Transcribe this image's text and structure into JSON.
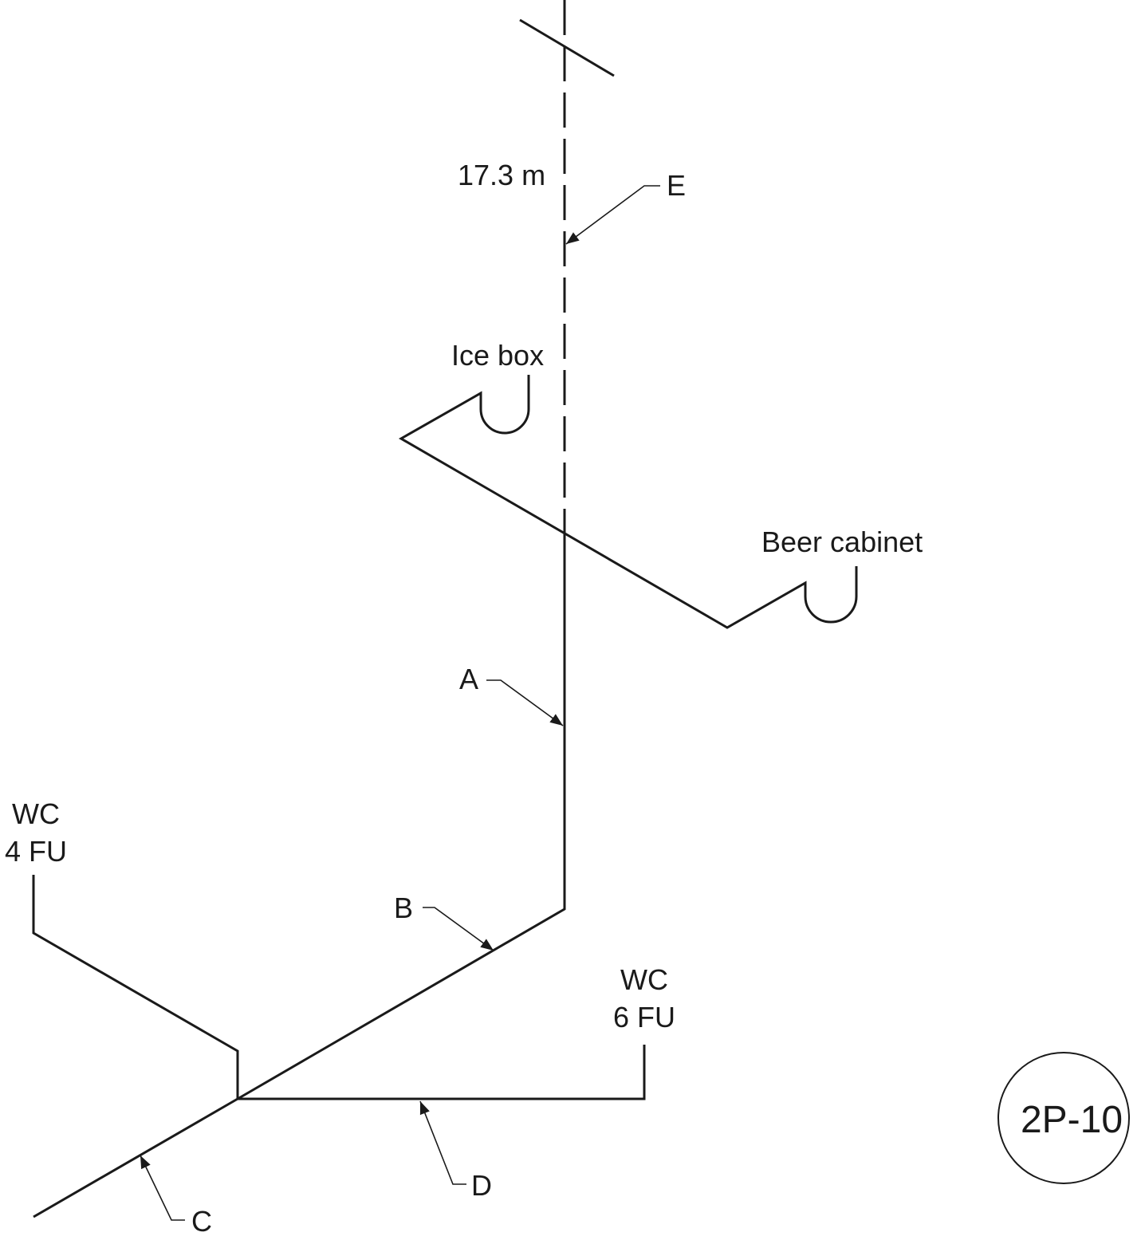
{
  "labels": {
    "length": "17.3 m",
    "ice_box": "Ice box",
    "beer_cabinet": "Beer cabinet",
    "wc_left_name": "WC",
    "wc_left_fu": "4 FU",
    "wc_right_name": "WC",
    "wc_right_fu": "6 FU",
    "segment_a": "A",
    "segment_b": "B",
    "segment_c": "C",
    "segment_d": "D",
    "segment_e": "E",
    "drawing_id": "2P-10"
  },
  "colors": {
    "line": "#1a1a1a",
    "background": "#ffffff"
  }
}
